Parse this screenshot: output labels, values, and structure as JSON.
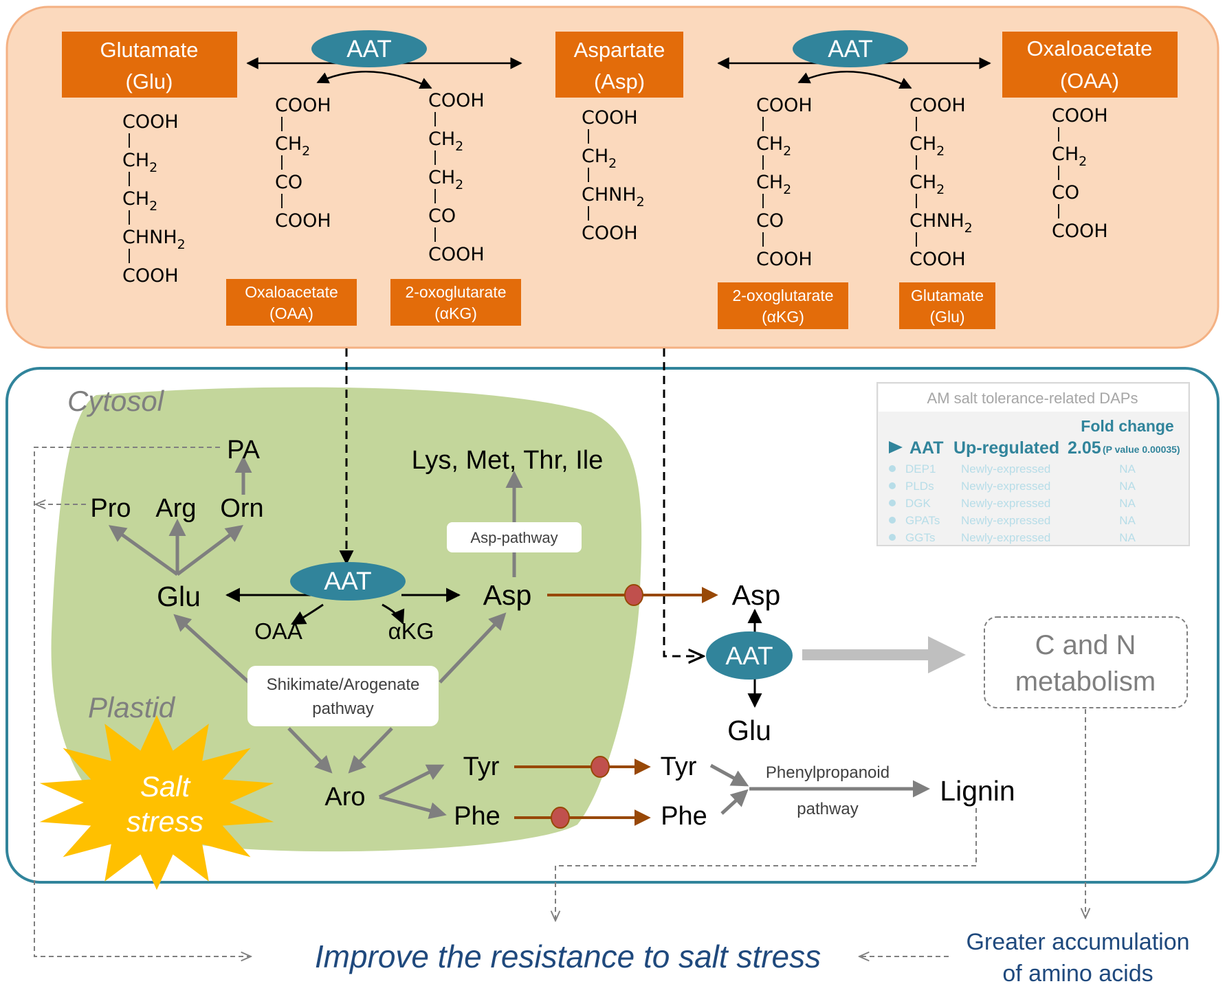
{
  "reaction": {
    "enzyme": "AAT",
    "compounds": {
      "glutamate": {
        "name": "Glutamate",
        "abbr": "(Glu)"
      },
      "aspartate": {
        "name": "Aspartate",
        "abbr": "(Asp)"
      },
      "oxaloacetate": {
        "name": "Oxaloacetate",
        "abbr": "(OAA)"
      }
    },
    "substrates": [
      {
        "name": "Oxaloacetate",
        "abbr": "(OAA)"
      },
      {
        "name": "2-oxoglutarate",
        "abbr": "(αKG)"
      },
      {
        "name": "2-oxoglutarate",
        "abbr": "(αKG)"
      },
      {
        "name": "Glutamate",
        "abbr": "(Glu)"
      }
    ],
    "atoms": {
      "cooh": "COOH",
      "ch": "CH",
      "sub2": "2",
      "co": "CO",
      "chnh": "CHNH"
    }
  },
  "cell": {
    "cytosol": "Cytosol",
    "plastid": "Plastid",
    "salt_stress": [
      "Salt",
      "stress"
    ],
    "metabolites": {
      "pa": "PA",
      "pro": "Pro",
      "arg": "Arg",
      "orn": "Orn",
      "lys_met": "Lys, Met, Thr, Ile",
      "glu": "Glu",
      "asp": "Asp",
      "oaa": "OAA",
      "akg": "αKG",
      "aro": "Aro",
      "tyr": "Tyr",
      "phe": "Phe",
      "asp_out": "Asp",
      "glu_out": "Glu",
      "tyr_out": "Tyr",
      "phe_out": "Phe",
      "lignin": "Lignin"
    },
    "enzyme": "AAT",
    "pathways": {
      "asp": "Asp-pathway",
      "shikimate": [
        "Shikimate/Arogenate",
        "pathway"
      ],
      "phenylpropanoid_1": "Phenylpropanoid",
      "phenylpropanoid_2": "pathway"
    },
    "cn_metabolism": [
      "C and N",
      "metabolism"
    ]
  },
  "dap_table": {
    "title": "AM salt tolerance-related DAPs",
    "col_header": "Fold change",
    "highlight": {
      "protein": "AAT",
      "status": "Up-regulated",
      "fold": "2.05",
      "pvalue": "(P value 0.00035)"
    },
    "rows": [
      {
        "protein": "DEP1",
        "status": "Newly-expressed",
        "fold": "NA"
      },
      {
        "protein": "PLDs",
        "status": "Newly-expressed",
        "fold": "NA"
      },
      {
        "protein": "DGK",
        "status": "Newly-expressed",
        "fold": "NA"
      },
      {
        "protein": "GPATs",
        "status": "Newly-expressed",
        "fold": "NA"
      },
      {
        "protein": "GGTs",
        "status": "Newly-expressed",
        "fold": "NA"
      }
    ]
  },
  "outcomes": {
    "improve": "Improve the resistance to salt stress",
    "accumulation": [
      "Greater accumulation",
      "of amino acids"
    ]
  },
  "colors": {
    "orange_box": "#e36c0a",
    "panel_bg": "#fbd9bd",
    "enzyme": "#31849b",
    "plastid": "#c3d69b",
    "transport": "#984806",
    "salt": "#ffc000",
    "outcome_text": "#1f497d"
  }
}
